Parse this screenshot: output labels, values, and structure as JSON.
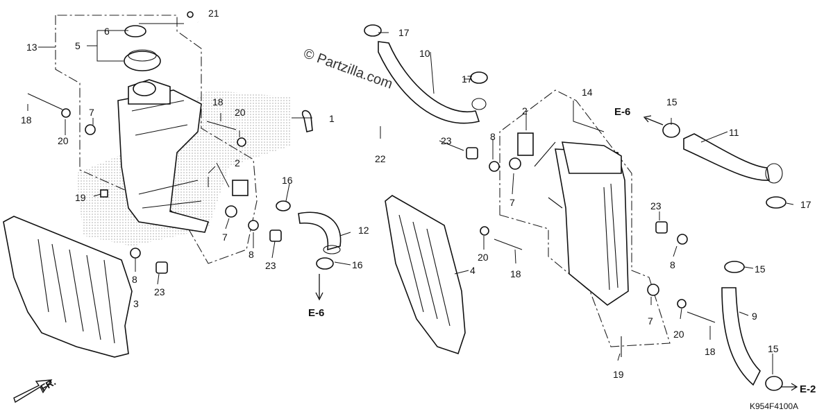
{
  "watermark": "© Partzilla.com",
  "diagram_code": "K954F4100A",
  "front_marker": "FR.",
  "refs": {
    "e6_left": "E-6",
    "e6_top": "E-6",
    "e2": "E-2"
  },
  "callouts": {
    "c1": "1",
    "c2a": "2",
    "c2b": "2",
    "c3": "3",
    "c4": "4",
    "c5": "5",
    "c6": "6",
    "c7a": "7",
    "c7b": "7",
    "c7c": "7",
    "c7d": "7",
    "c8a": "8",
    "c8b": "8",
    "c8c": "8",
    "c8d": "8",
    "c9": "9",
    "c10": "10",
    "c11": "11",
    "c12": "12",
    "c13": "13",
    "c14": "14",
    "c15a": "15",
    "c15b": "15",
    "c15c": "15",
    "c16a": "16",
    "c16b": "16",
    "c17a": "17",
    "c17b": "17",
    "c17c": "17",
    "c18a": "18",
    "c18b": "18",
    "c18c": "18",
    "c18d": "18",
    "c19a": "19",
    "c19b": "19",
    "c20a": "20",
    "c20b": "20",
    "c20c": "20",
    "c20d": "20",
    "c21": "21",
    "c22": "22",
    "c23a": "23",
    "c23b": "23",
    "c23c": "23",
    "c23d": "23"
  },
  "colors": {
    "line": "#111111",
    "stipple": "#9a9a9a"
  }
}
